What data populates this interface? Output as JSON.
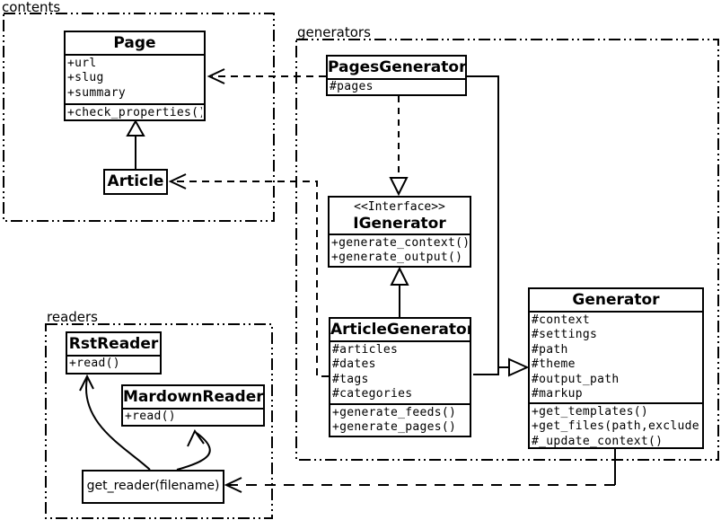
{
  "diagram": {
    "colors": {
      "line": "#000000",
      "background": "#ffffff"
    },
    "packages": {
      "contents": {
        "label": "contents"
      },
      "generators": {
        "label": "generators"
      },
      "readers": {
        "label": "readers"
      }
    },
    "classes": {
      "page": {
        "title": "Page",
        "attributes": [
          "+url",
          "+slug",
          "+summary"
        ],
        "methods": [
          "+check_properties()"
        ]
      },
      "article": {
        "title": "Article"
      },
      "pages_generator": {
        "title": "PagesGenerator",
        "attributes": [
          "#pages"
        ]
      },
      "igenerator": {
        "stereotype": "<<Interface>>",
        "title": "IGenerator",
        "methods": [
          "+generate_context()",
          "+generate_output()"
        ]
      },
      "article_generator": {
        "title": "ArticleGenerator",
        "attributes": [
          "#articles",
          "#dates",
          "#tags",
          "#categories"
        ],
        "methods": [
          "+generate_feeds()",
          "+generate_pages()"
        ]
      },
      "generator": {
        "title": "Generator",
        "attributes": [
          "#context",
          "#settings",
          "#path",
          "#theme",
          "#output_path",
          "#markup"
        ],
        "methods": [
          "+get_templates()",
          "+get_files(path,exclude)",
          "#_update_context()"
        ]
      },
      "rst_reader": {
        "title": "RstReader",
        "methods": [
          "+read()"
        ]
      },
      "mardown_reader": {
        "title": "MardownReader",
        "methods": [
          "+read()"
        ]
      },
      "get_reader": {
        "label": "get_reader(filename)"
      }
    }
  }
}
